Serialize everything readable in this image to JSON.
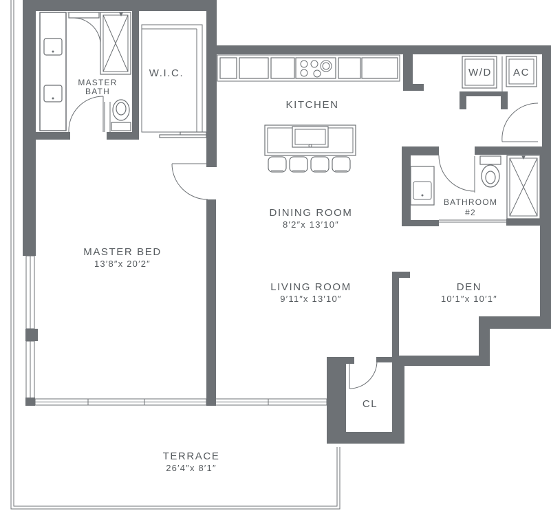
{
  "rooms": {
    "kitchen": {
      "name": "KITCHEN"
    },
    "master_bath": {
      "line1": "MASTER",
      "line2": "BATH"
    },
    "wic": {
      "name": "W.I.C."
    },
    "wd": {
      "name": "W/D"
    },
    "ac": {
      "name": "AC"
    },
    "dining": {
      "name": "DINING ROOM",
      "dims": "8′2″x 13′10″"
    },
    "bathroom2": {
      "line1": "BATHROOM",
      "line2": "#2"
    },
    "master_bed": {
      "name": "MASTER BED",
      "dims": "13′8″x 20′2″"
    },
    "living": {
      "name": "LIVING ROOM",
      "dims": "9′11″x 13′10″"
    },
    "den": {
      "name": "DEN",
      "dims": "10′1″x 10′1″"
    },
    "closet": {
      "name": "CL"
    },
    "terrace": {
      "name": "TERRACE",
      "dims": "26′4″x 8′1″"
    }
  },
  "colors": {
    "wall": "#6d7175",
    "text": "#555a5e",
    "background": "#ffffff"
  }
}
